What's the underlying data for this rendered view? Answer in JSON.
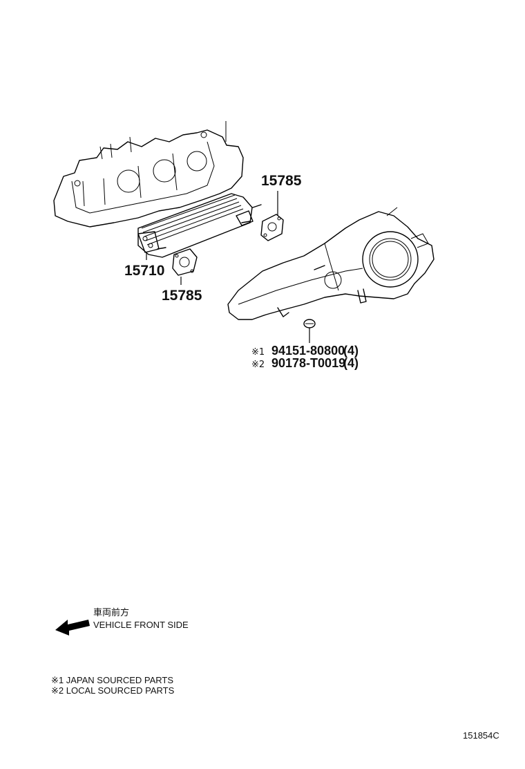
{
  "callouts": {
    "gasket_upper": "15785",
    "oil_cooler": "15710",
    "gasket_lower": "15785"
  },
  "fasteners": [
    {
      "mark": "※1",
      "part": "94151-80800",
      "qty": "(4)"
    },
    {
      "mark": "※2",
      "part": "90178-T0019",
      "qty": "(4)"
    }
  ],
  "direction": {
    "label_jp": "車両前方",
    "label_en": "VEHICLE FRONT SIDE"
  },
  "legend": [
    "※1 JAPAN SOURCED PARTS",
    "※2 LOCAL SOURCED PARTS"
  ],
  "figure_id": "151854C"
}
